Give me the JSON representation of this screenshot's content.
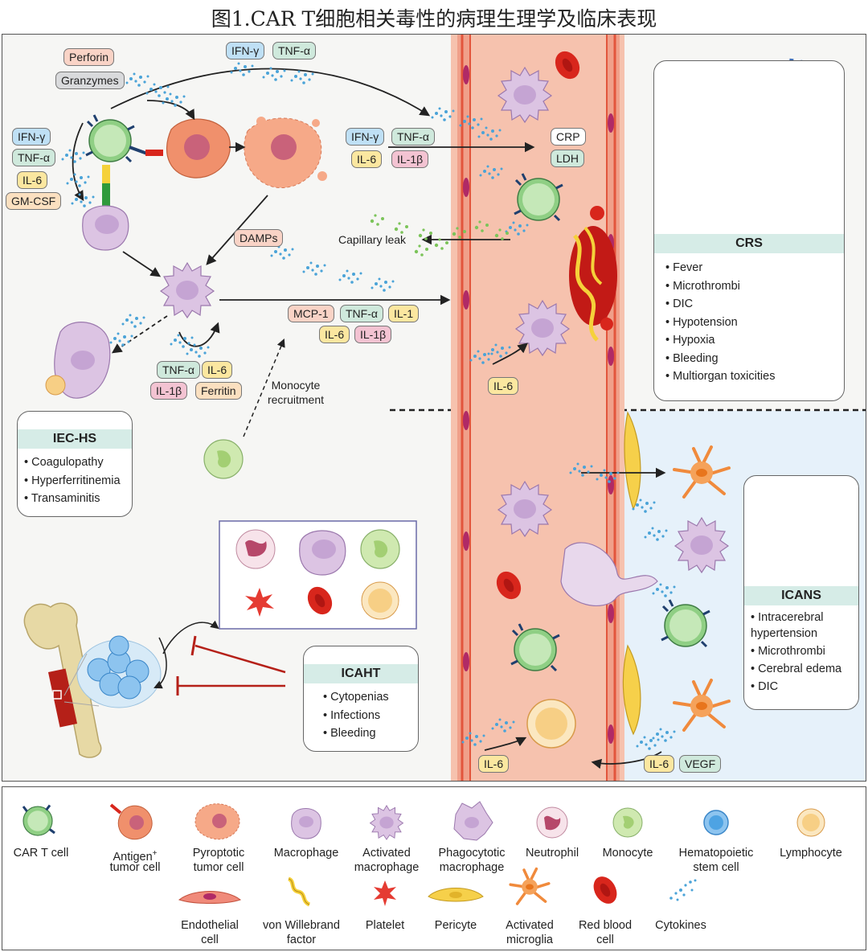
{
  "title": "图1.CAR T细胞相关毒性的病理生理学及临床表现",
  "tags": {
    "perforin": "Perforin",
    "granzymes": "Granzymes",
    "ifn_top": "IFN-γ",
    "tnf_top": "TNF-α",
    "ifn_left": "IFN-γ",
    "tnf_left": "TNF-α",
    "il6_left": "IL-6",
    "gmcsf": "GM-CSF",
    "ifn_mid": "IFN-γ",
    "tnf_mid": "TNF-α",
    "il6_mid": "IL-6",
    "il1b_mid": "IL-1β",
    "crp": "CRP",
    "ldh": "LDH",
    "damps": "DAMPs",
    "mcp1": "MCP-1",
    "tnf_c": "TNF-α",
    "il1_c": "IL-1",
    "il6_c": "IL-6",
    "il1b_c": "IL-1β",
    "tnf_low": "TNF-α",
    "il6_low": "IL-6",
    "il1b_low": "IL-1β",
    "ferritin": "Ferritin",
    "il6_vessel": "IL-6",
    "il6_bottom": "IL-6",
    "il6_brain": "IL-6",
    "vegf": "VEGF"
  },
  "labels": {
    "capillary_leak": "Capillary leak",
    "monocyte_recruitment_1": "Monocyte",
    "monocyte_recruitment_2": "recruitment"
  },
  "boxes": {
    "crs": {
      "title": "CRS",
      "items": [
        "Fever",
        "Microthrombi",
        "DIC",
        "Hypotension",
        "Hypoxia",
        "Bleeding",
        "Multiorgan toxicities"
      ]
    },
    "iechs": {
      "title": "IEC-HS",
      "items": [
        "Coagulopathy",
        "Hyperferritinemia",
        "Transaminitis"
      ]
    },
    "icaht": {
      "title": "ICAHT",
      "items": [
        "Cytopenias",
        "Infections",
        "Bleeding"
      ]
    },
    "icans": {
      "title": "ICANS",
      "items": [
        "Intracerebral hypertension",
        "Microthrombi",
        "Cerebral edema",
        "DIC"
      ]
    }
  },
  "legend": {
    "car_t": "CAR T cell",
    "antigen_1": "Antigen",
    "antigen_sup": "+",
    "antigen_2": "tumor cell",
    "pyro_1": "Pyroptotic",
    "pyro_2": "tumor cell",
    "macrophage": "Macrophage",
    "act_mac_1": "Activated",
    "act_mac_2": "macrophage",
    "phago_1": "Phagocytotic",
    "phago_2": "macrophage",
    "neutrophil": "Neutrophil",
    "monocyte": "Monocyte",
    "hsc_1": "Hematopoietic",
    "hsc_2": "stem cell",
    "lymphocyte": "Lymphocyte",
    "endo_1": "Endothelial",
    "endo_2": "cell",
    "vwf_1": "von Willebrand",
    "vwf_2": "factor",
    "platelet": "Platelet",
    "pericyte": "Pericyte",
    "microglia_1": "Activated",
    "microglia_2": "microglia",
    "rbc_1": "Red blood",
    "rbc_2": "cell",
    "cytokines": "Cytokines"
  },
  "colors": {
    "vessel": "#f6c2ae",
    "vessel_wall": "#e2553c",
    "cns_bg": "#e6f1fa",
    "car_t": "#8fcf84",
    "macrophage": "#dcc4e3",
    "tumor": "#f0906c",
    "rbc": "#d8261c",
    "cytokine": "#4aa3d8"
  }
}
